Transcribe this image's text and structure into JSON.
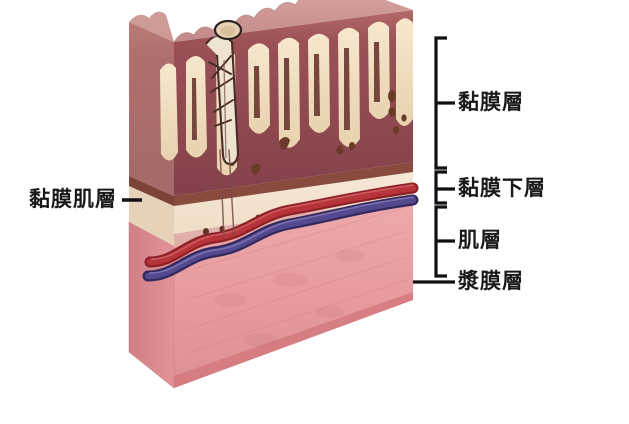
{
  "diagram": {
    "title": "Intestinal wall layers cross-section",
    "subject": "bowel-wall-histology-block",
    "language": "zh-Hant"
  },
  "labels": {
    "mucosa": "黏膜層",
    "submucosa": "黏膜下層",
    "muscularis": "肌層",
    "serosa": "漿膜層",
    "muscularis_mucosae": "黏膜肌層"
  },
  "colors": {
    "background": "#ffffff",
    "mucosa_dark": "#8b4449",
    "mucosa_crypt": "#f0ddc0",
    "mucosa_top": "#c98f8c",
    "submucosa": "#f3e2cd",
    "muscularis_mucosae_stripe": "#8a4b3f",
    "muscle_front": "#e79a9e",
    "muscle_side": "#d4848a",
    "muscle_top": "#eba6a9",
    "artery": "#a32b2f",
    "vein": "#4a3f86",
    "leader_line": "#1a1a1a",
    "villus_outline": "#5a3a33"
  },
  "structures": {
    "villi_count": 9,
    "vessel_pair": [
      "artery",
      "vein"
    ],
    "gland_opening": "crypt-ostium",
    "highlighted_villus": "villus-with-lacteal-and-capillary"
  },
  "brackets": {
    "mucosa_span": [
      38,
      168
    ],
    "submucosa_span": [
      172,
      203
    ],
    "muscularis_span": [
      207,
      276
    ],
    "serosa_tick": 281
  }
}
